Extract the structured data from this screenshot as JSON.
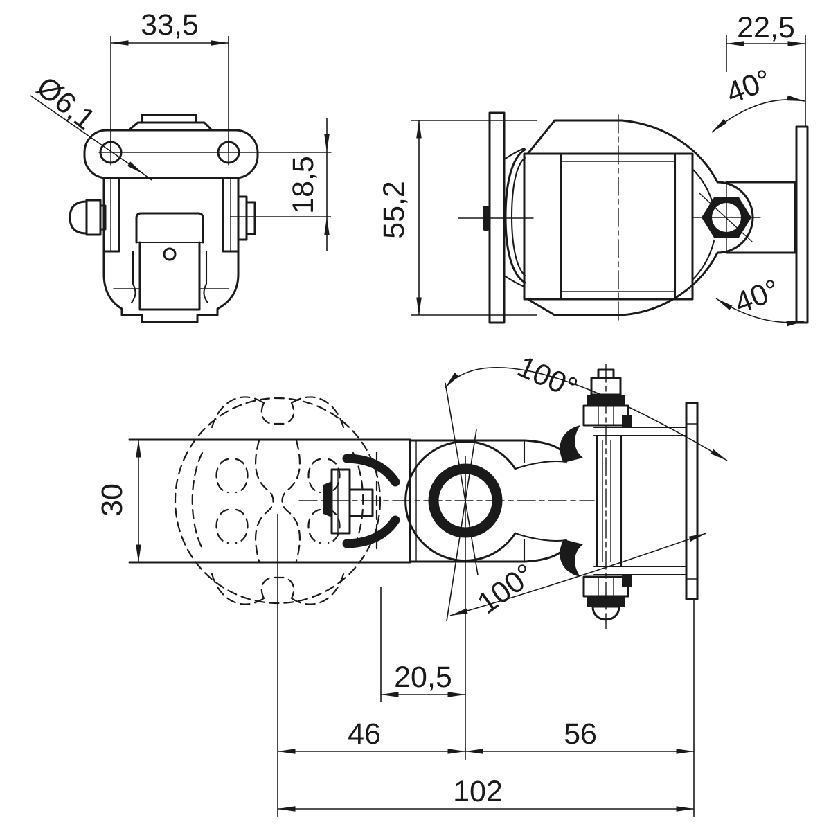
{
  "drawing": {
    "kind": "technical-three-view-drawing",
    "colors": {
      "ink": "#1a1a1a",
      "background": "#ffffff"
    },
    "views": {
      "front": {
        "dims": {
          "hole_spacing": "33,5",
          "hole_diameter": "Ø6,1",
          "pin_height": "18,5"
        }
      },
      "side": {
        "dims": {
          "bracket_depth": "22,5",
          "body_height": "55,2",
          "tilt_up": "40°",
          "tilt_down": "40°"
        }
      },
      "top": {
        "dims": {
          "channel_width": "30",
          "swivel_upper": "100°",
          "swivel_lower": "100°",
          "pivot_offset": "20,5",
          "front_length": "46",
          "rear_length": "56",
          "overall_length": "102"
        }
      }
    }
  }
}
